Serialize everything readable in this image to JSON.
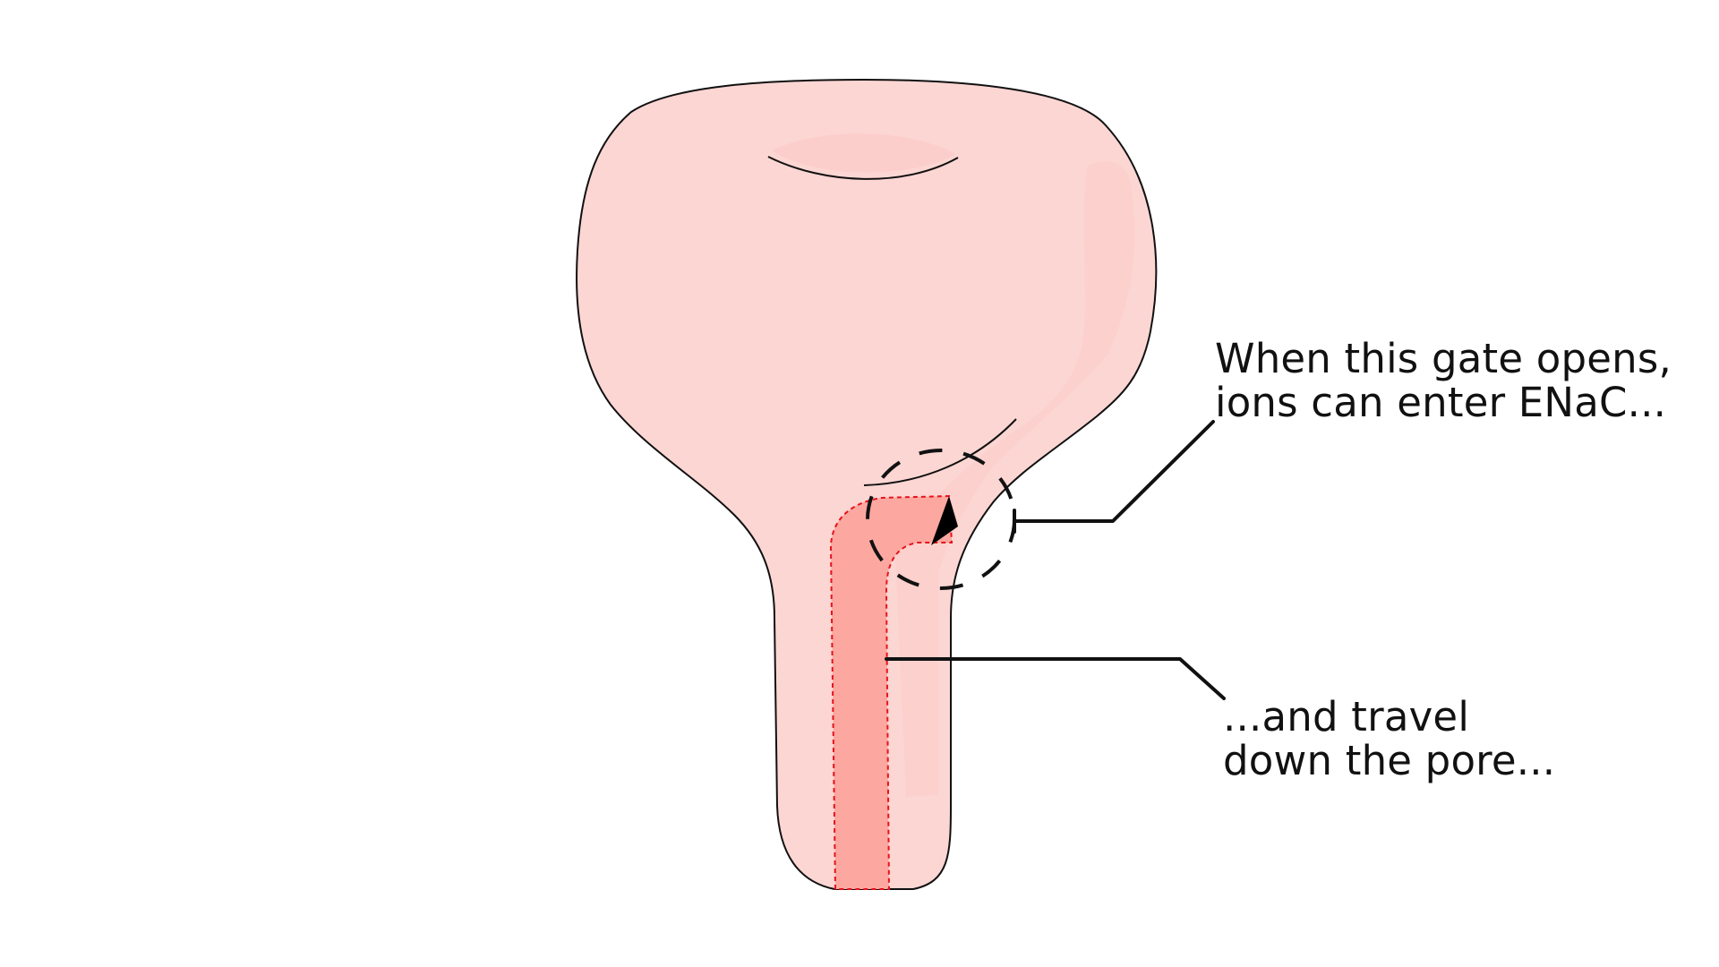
{
  "annotations": {
    "gate": {
      "line1": "When this gate opens,",
      "line2": "ions can enter ENaC..."
    },
    "pore": {
      "line1": "...and travel",
      "line2": "down the pore..."
    }
  },
  "colors": {
    "background": "#ffffff",
    "channel_fill": "#fcd6d3",
    "channel_highlight": "#fcc9c4",
    "pore_fill": "#fca7a0",
    "pore_outline": "#e8131a",
    "outline": "#111111",
    "gate": "#000000"
  }
}
